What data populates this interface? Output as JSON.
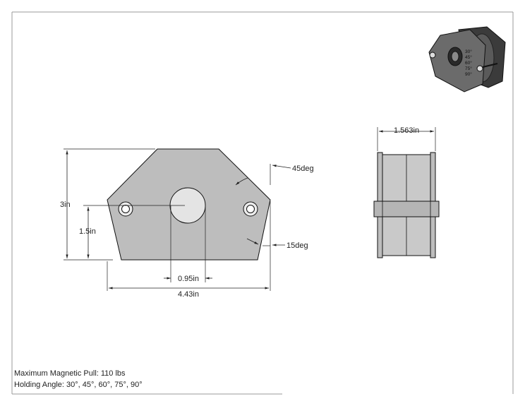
{
  "views": {
    "front": {
      "dimensions": {
        "height": "3in",
        "hole_height": "1.5in",
        "hole_diameter": "0.95in",
        "width": "4.43in",
        "top_angle": "45deg",
        "bottom_angle": "15deg"
      }
    },
    "side": {
      "dimensions": {
        "depth": "1.563in"
      }
    },
    "iso": {
      "angle_labels": [
        "30°",
        "45°",
        "60°",
        "75°",
        "90°"
      ]
    }
  },
  "notes": {
    "magnetic_pull": "Maximum Magnetic Pull: 110 lbs",
    "holding_angle": "Holding Angle: 30°, 45°, 60°, 75°, 90°"
  }
}
